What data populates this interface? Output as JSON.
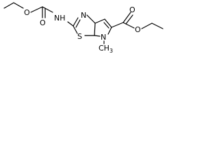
{
  "structure": {
    "colors": {
      "bond": "#000000",
      "label": "#000000",
      "background": "#ffffff"
    },
    "atoms": {
      "o_ether_left": "O",
      "o_carbonyl_left": "O",
      "nh_label": "NH",
      "n_thiazole": "N",
      "s_thiazole": "S",
      "n_pyrrole": "N",
      "ch3_label": "CH",
      "ch3_sub": "3",
      "o_carbonyl_right": "O",
      "o_ether_right": "O"
    }
  }
}
